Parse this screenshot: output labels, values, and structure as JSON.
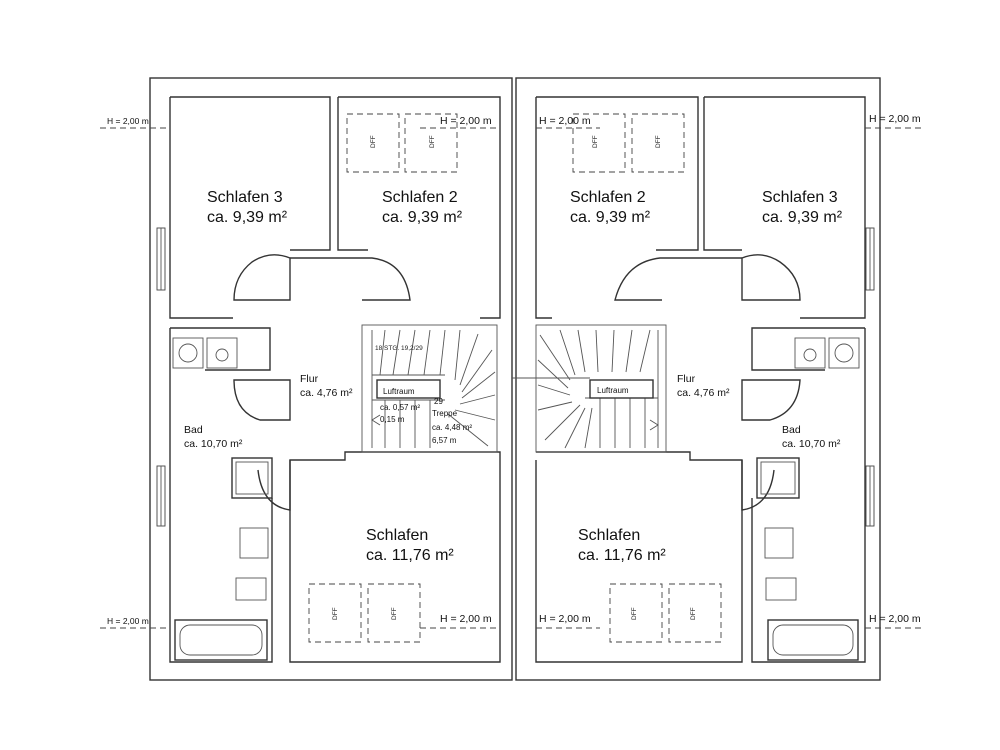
{
  "labels": {
    "height": "H = 2,00 m",
    "dff": "DFF",
    "luftraum": "Luftraum",
    "treppe": "Treppe",
    "steps": "18 STG. 19,2/29"
  },
  "units": {
    "left": {
      "schlafen3": {
        "name": "Schlafen 3",
        "area": "ca. 9,39 m²"
      },
      "schlafen2": {
        "name": "Schlafen 2",
        "area": "ca. 9,39 m²"
      },
      "flur": {
        "name": "Flur",
        "area": "ca. 4,76 m²"
      },
      "bad": {
        "name": "Bad",
        "area": "ca. 10,70 m²"
      },
      "schlafen": {
        "name": "Schlafen",
        "area": "ca. 11,76 m²"
      },
      "luftraum_dims": [
        "ca. 0,57 m²",
        "0,15 m"
      ],
      "treppe_dims": [
        "ca. 4,48 m²",
        "6,57 m"
      ],
      "num_29": "29"
    },
    "right": {
      "schlafen3": {
        "name": "Schlafen 3",
        "area": "ca. 9,39 m²"
      },
      "schlafen2": {
        "name": "Schlafen 2",
        "area": "ca. 9,39 m²"
      },
      "flur": {
        "name": "Flur",
        "area": "ca. 4,76 m²"
      },
      "bad": {
        "name": "Bad",
        "area": "ca. 10,70 m²"
      },
      "schlafen": {
        "name": "Schlafen",
        "area": "ca. 11,76 m²"
      }
    }
  }
}
